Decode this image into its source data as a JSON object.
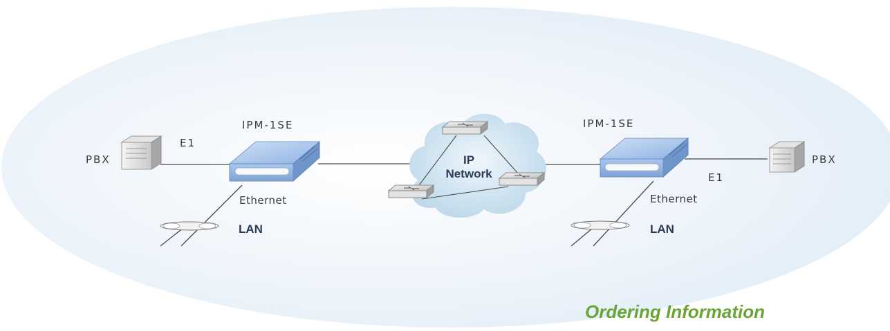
{
  "diagram": {
    "left_site": {
      "device_label": "IPM-1SE",
      "pbx_label": "PBX",
      "link_label": "E1",
      "ethernet_label": "Ethernet",
      "lan_label": "LAN"
    },
    "network": {
      "line1": "IP",
      "line2": "Network"
    },
    "right_site": {
      "device_label": "IPM-1SE",
      "pbx_label": "PBX",
      "link_label": "E1",
      "ethernet_label": "Ethernet",
      "lan_label": "LAN"
    }
  },
  "footer": {
    "section_title": "Ordering Information"
  },
  "colors": {
    "background_ellipse": "#e8f1f9",
    "device_blue": "#a9c7ee",
    "cloud": "#d6e7f4",
    "line": "#4a4a4a",
    "title_green": "#6aa336",
    "label_dark": "#2b3a55"
  }
}
